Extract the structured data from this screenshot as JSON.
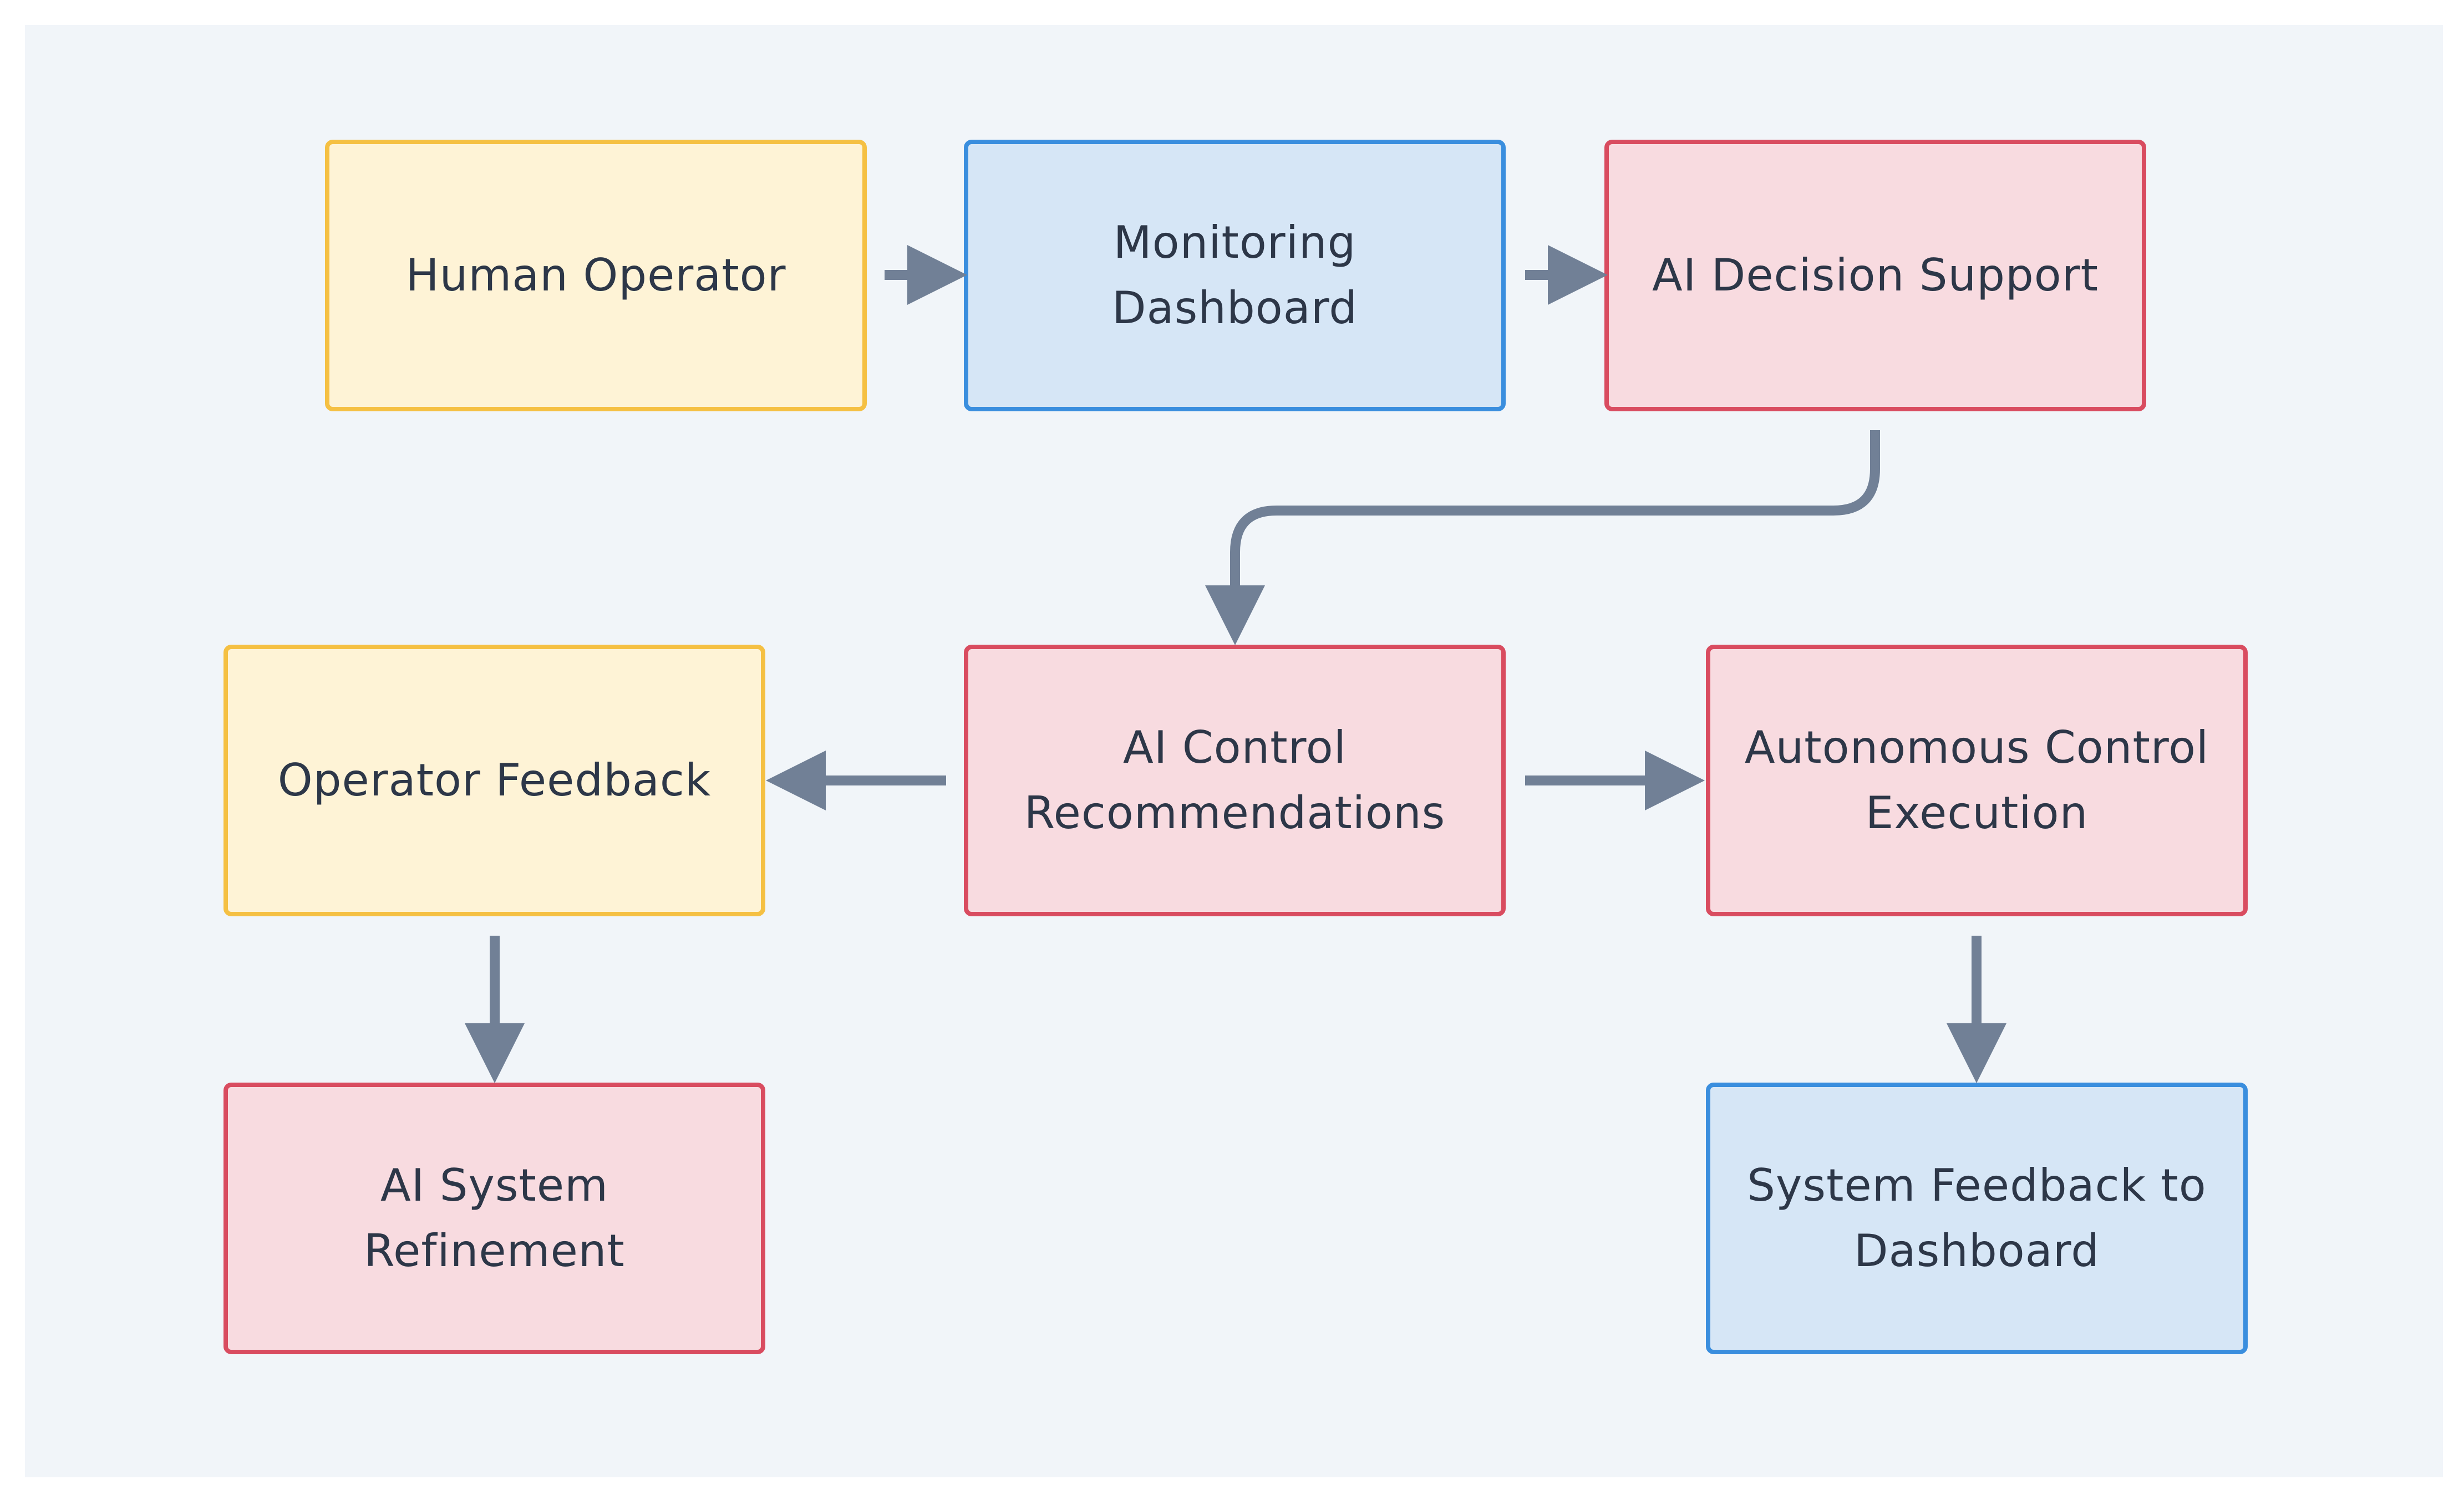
{
  "nodes": {
    "human_operator": "Human Operator",
    "monitoring_dashboard": "Monitoring\nDashboard",
    "ai_decision_support": "AI Decision Support",
    "operator_feedback": "Operator Feedback",
    "ai_control_recommendations": "AI Control\nRecommendations",
    "autonomous_control_execution": "Autonomous Control\nExecution",
    "ai_system_refinement": "AI System\nRefinement",
    "system_feedback_dashboard": "System Feedback to\nDashboard"
  },
  "edges": [
    {
      "from": "human_operator",
      "to": "monitoring_dashboard"
    },
    {
      "from": "monitoring_dashboard",
      "to": "ai_decision_support"
    },
    {
      "from": "ai_decision_support",
      "to": "ai_control_recommendations"
    },
    {
      "from": "ai_control_recommendations",
      "to": "operator_feedback"
    },
    {
      "from": "ai_control_recommendations",
      "to": "autonomous_control_execution"
    },
    {
      "from": "operator_feedback",
      "to": "ai_system_refinement"
    },
    {
      "from": "autonomous_control_execution",
      "to": "system_feedback_dashboard"
    }
  ],
  "colors": {
    "operator_fill": "#fef3d6",
    "operator_border": "#f5c043",
    "monitor_fill": "#d6e6f6",
    "monitor_border": "#3a8ede",
    "ai_fill": "#f8dbe0",
    "ai_border": "#d94c60",
    "arrow": "#718096",
    "background": "#f1f5f9"
  }
}
